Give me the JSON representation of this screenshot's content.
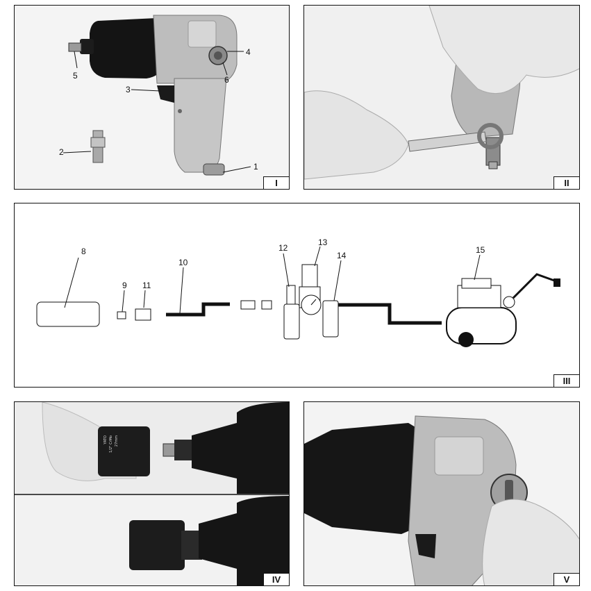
{
  "figures": [
    {
      "id": "I",
      "label": "I"
    },
    {
      "id": "II",
      "label": "II"
    },
    {
      "id": "III",
      "label": "III"
    },
    {
      "id": "IV",
      "label": "IV"
    },
    {
      "id": "V",
      "label": "V"
    }
  ],
  "figure_I": {
    "callouts": {
      "c1": "1",
      "c2": "2",
      "c3": "3",
      "c4": "4",
      "c5": "5",
      "c6": "6"
    }
  },
  "figure_III": {
    "callouts": {
      "c8": "8",
      "c9": "9",
      "c10": "10",
      "c11": "11",
      "c12": "12",
      "c13": "13",
      "c14": "14",
      "c15": "15"
    }
  },
  "figure_IV": {
    "socket_text": {
      "brand": "YATO",
      "size": "27mm",
      "spec": "1/2\" CrMo"
    }
  }
}
